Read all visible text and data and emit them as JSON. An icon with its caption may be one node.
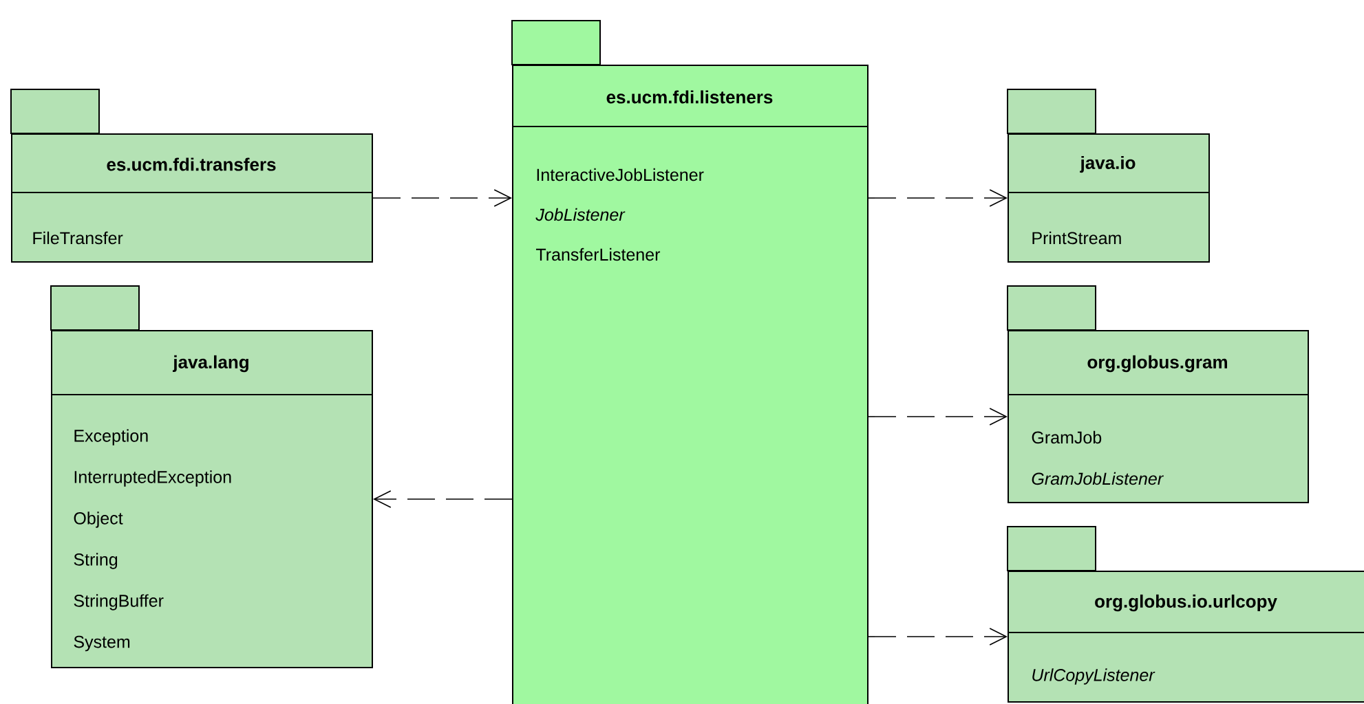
{
  "diagram": {
    "nodes": [
      {
        "text": [
          "es.ucm.fdi.transfers",
          "FileTransfer"
        ]
      },
      {
        "text": [
          "java.lang",
          "Exception",
          "InterruptedException",
          "Object",
          "String",
          "StringBuffer",
          "System"
        ]
      },
      {
        "text": [
          "es.ucm.fdi.listeners",
          "InteractiveJobListener",
          "*JobListener*",
          "TransferListener"
        ]
      },
      {
        "text": [
          "java.io",
          "PrintStream"
        ]
      },
      {
        "text": [
          "org.globus.gram",
          "GramJob",
          "*GramJobListener*"
        ]
      },
      {
        "text": [
          "org.globus.io.urlcopy",
          "*UrlCopyListener*"
        ]
      }
    ],
    "edges": [
      {
        "from": 0,
        "to": 2,
        "arrow": "to",
        "style": "dashed"
      },
      {
        "from": 2,
        "to": 1,
        "arrow": "to",
        "style": "dashed"
      },
      {
        "from": 2,
        "to": 3,
        "arrow": "to",
        "style": "dashed"
      },
      {
        "from": 2,
        "to": 4,
        "arrow": "to",
        "style": "dashed"
      },
      {
        "from": 2,
        "to": 5,
        "arrow": "to",
        "style": "dashed"
      }
    ]
  }
}
